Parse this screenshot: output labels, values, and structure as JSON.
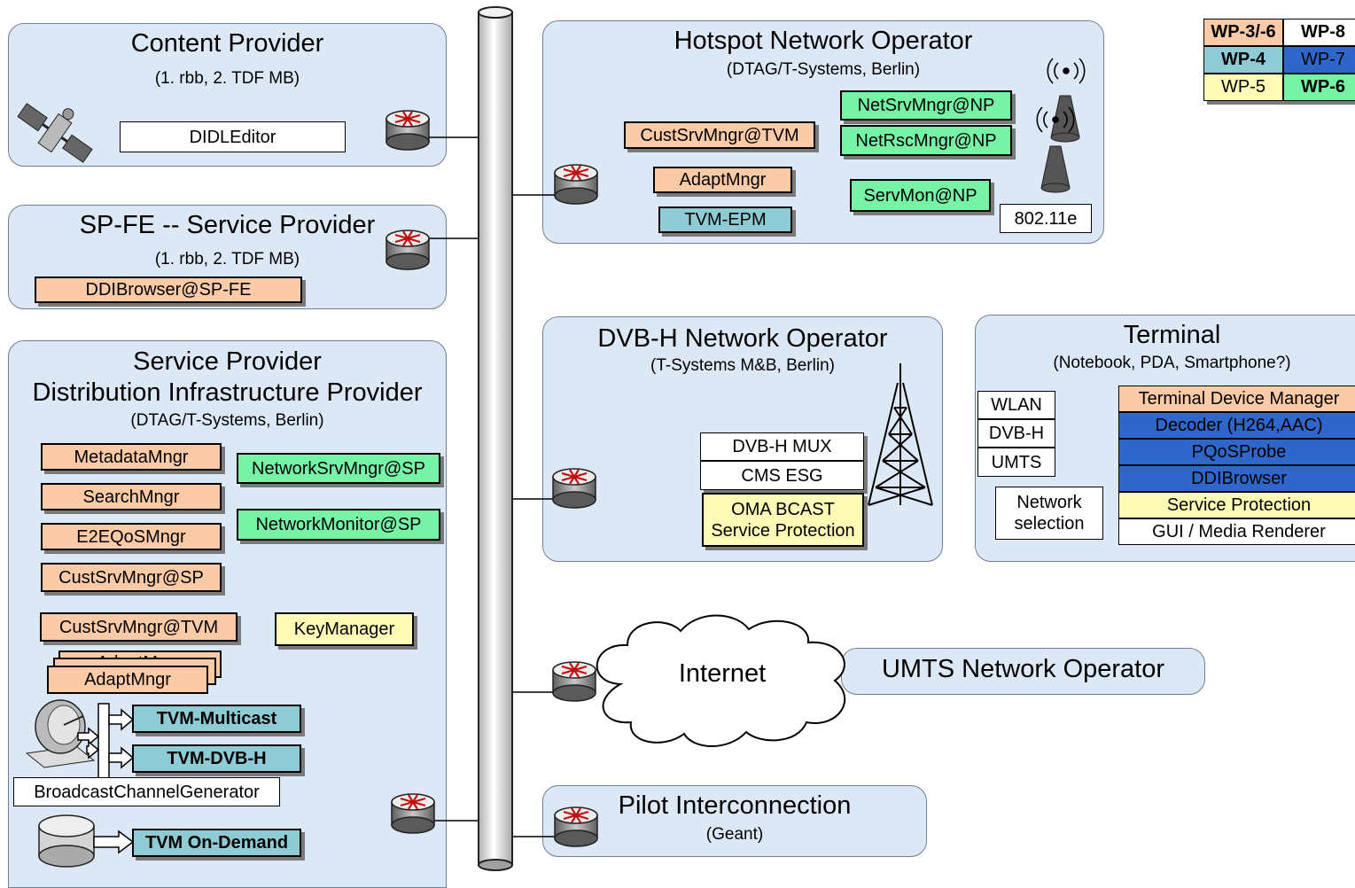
{
  "legend": [
    {
      "label": "WP-3/-6",
      "color": "#fbcaa6",
      "bold": true
    },
    {
      "label": "WP-8",
      "color": "#ffffff",
      "bold": true
    },
    {
      "label": "WP-4",
      "color": "#8ecbd5",
      "bold": true
    },
    {
      "label": "WP-7",
      "color": "#2f66c9",
      "bold": false
    },
    {
      "label": "WP-5",
      "color": "#fefbb7",
      "bold": false
    },
    {
      "label": "WP-6",
      "color": "#77f3a6",
      "bold": true
    }
  ],
  "content_provider": {
    "title": "Content Provider",
    "subtitle": "(1. rbb, 2. TDF MB)",
    "didl_editor": "DIDLEditor"
  },
  "spfe": {
    "title": "SP-FE -- Service Provider",
    "subtitle": "(1. rbb, 2. TDF MB)",
    "ddi_browser": "DDIBrowser@SP-FE"
  },
  "service_provider": {
    "title1": "Service Provider",
    "title2": "Distribution Infrastructure Provider",
    "subtitle": "(DTAG/T-Systems, Berlin)",
    "metadata": "MetadataMngr",
    "search": "SearchMngr",
    "e2e": "E2EQoSMngr",
    "custsrv_sp": "CustSrvMngr@SP",
    "network_srv": "NetworkSrvMngr@SP",
    "network_mon": "NetworkMonitor@SP",
    "custsrv_tvm": "CustSrvMngr@TVM",
    "key_manager": "KeyManager",
    "adapt_back": "AdaptMngr",
    "adapt_front": "AdaptMngr",
    "tvm_multicast": "TVM-Multicast",
    "tvm_dvbh": "TVM-DVB-H",
    "broadcast_gen": "BroadcastChannelGenerator",
    "tvm_ondemand": "TVM On-Demand"
  },
  "hotspot": {
    "title": "Hotspot Network Operator",
    "subtitle": "(DTAG/T-Systems, Berlin)",
    "custsrv": "CustSrvMngr@TVM",
    "adapt": "AdaptMngr",
    "tvm_epm": "TVM-EPM",
    "netsrv": "NetSrvMngr@NP",
    "netrsc": "NetRscMngr@NP",
    "servmon": "ServMon@NP",
    "wifi_std": "802.11e"
  },
  "dvbh": {
    "title": "DVB-H Network Operator",
    "subtitle": "(T-Systems M&B, Berlin)",
    "mux": "DVB-H MUX",
    "cms": "CMS ESG",
    "oma_line1": "OMA BCAST",
    "oma_line2": "Service Protection"
  },
  "terminal": {
    "title": "Terminal",
    "subtitle": "(Notebook, PDA, Smartphone?)",
    "wlan": "WLAN",
    "dvbh": "DVB-H",
    "umts": "UMTS",
    "net_sel1": "Network",
    "net_sel2": "selection",
    "device_mgr": "Terminal Device Manager",
    "decoder": "Decoder (H264,AAC)",
    "pqos": "PQoSProbe",
    "ddibrowser": "DDIBrowser",
    "service_protection": "Service Protection",
    "gui": "GUI / Media Renderer"
  },
  "internet": {
    "label": "Internet"
  },
  "umts_operator": {
    "title": "UMTS Network Operator"
  },
  "pilot": {
    "title": "Pilot Interconnection",
    "subtitle": "(Geant)"
  }
}
